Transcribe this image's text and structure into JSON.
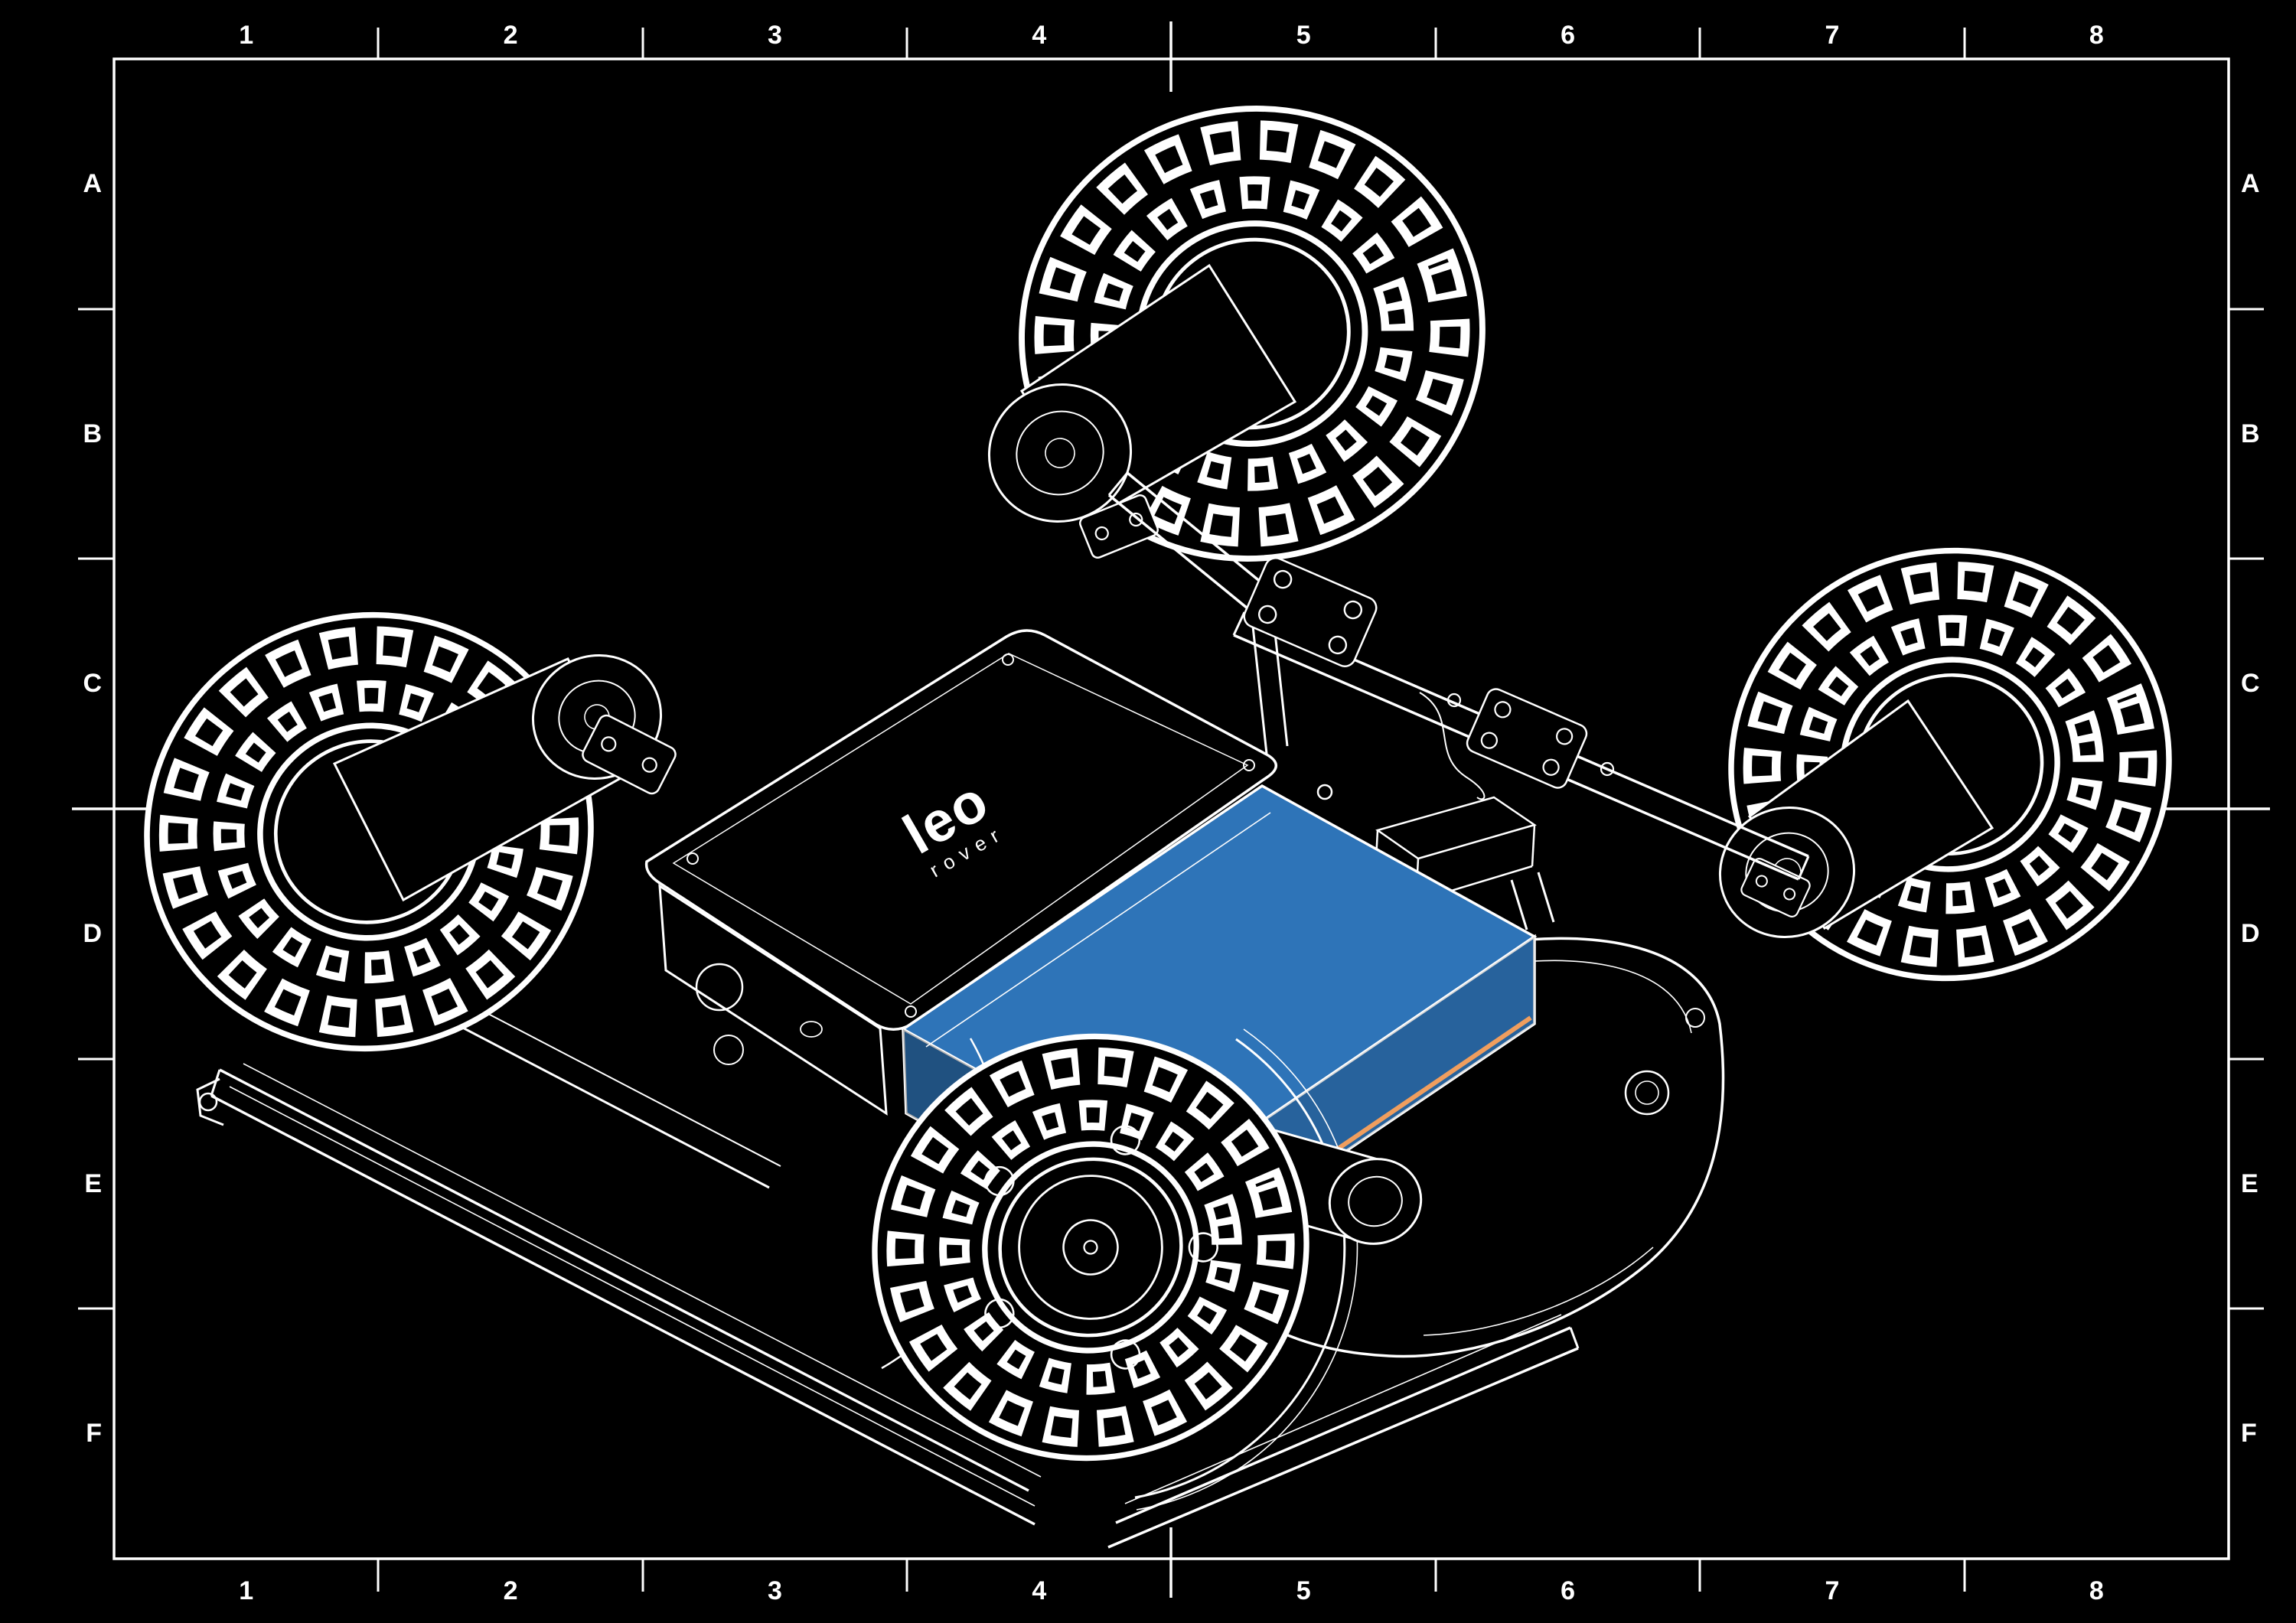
{
  "sheet": {
    "background_color": "#000000",
    "line_color": "#ffffff"
  },
  "frame": {
    "columns": [
      "1",
      "2",
      "3",
      "4",
      "5",
      "6",
      "7",
      "8"
    ],
    "rows": [
      "A",
      "B",
      "C",
      "D",
      "E",
      "F"
    ]
  },
  "drawing": {
    "logo_primary": "leo",
    "logo_secondary": "rover",
    "highlight_color": "#2e74b8",
    "accent_color": "#f09e5e"
  }
}
